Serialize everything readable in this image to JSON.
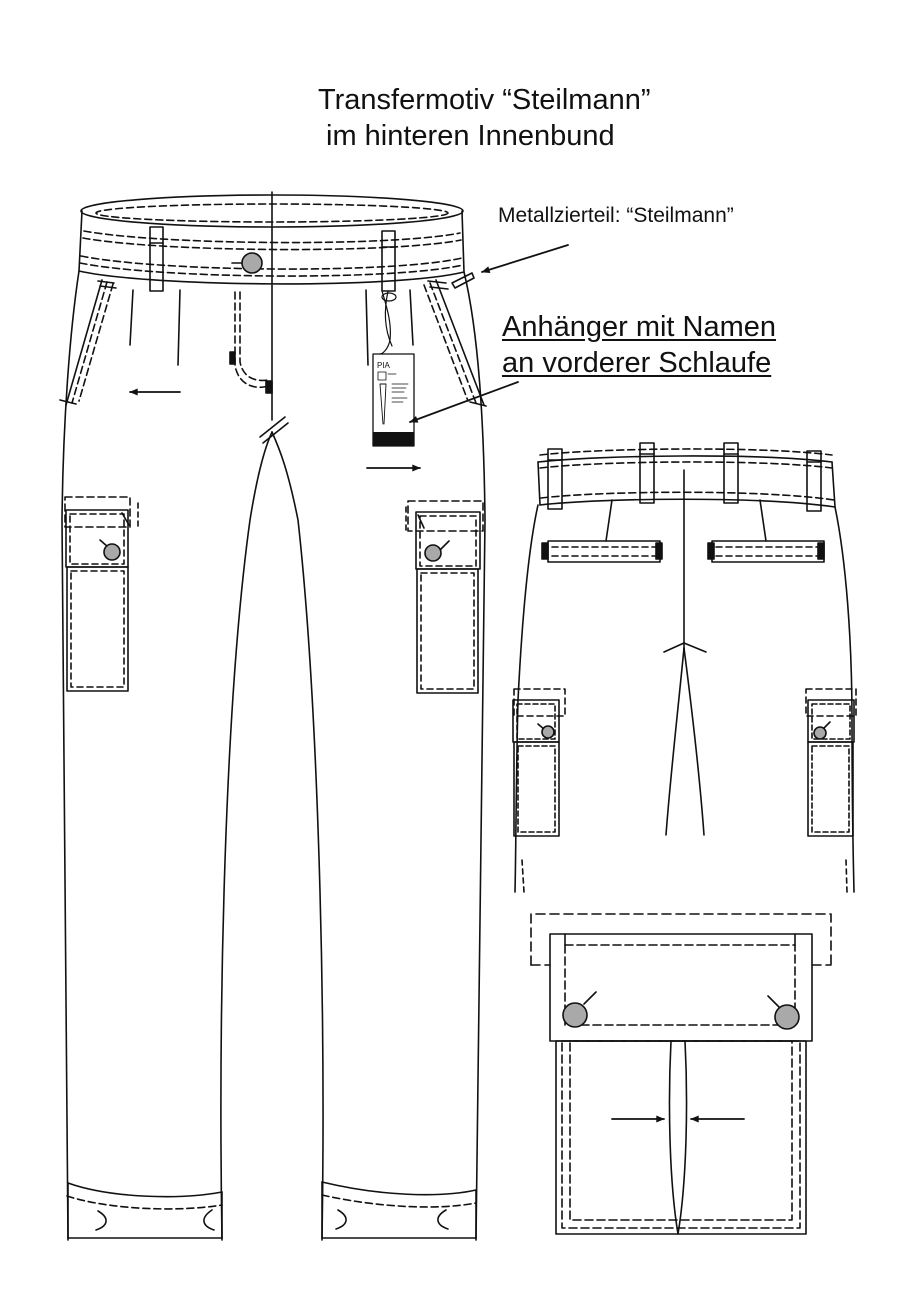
{
  "annotations": {
    "transfer_motif_line1": "Transfermotiv “Steilmann”",
    "transfer_motif_line2": "im hinteren Innenbund",
    "metal_trim": "Metallzierteil: “Steilmann”",
    "hangtag_line1": "Anhänger mit Namen",
    "hangtag_line2": "an vorderer Schlaufe"
  },
  "hang_tag": {
    "brand": "PIA"
  },
  "colors": {
    "line": "#111111",
    "button_fill": "#a9a9a9",
    "background": "#ffffff"
  }
}
